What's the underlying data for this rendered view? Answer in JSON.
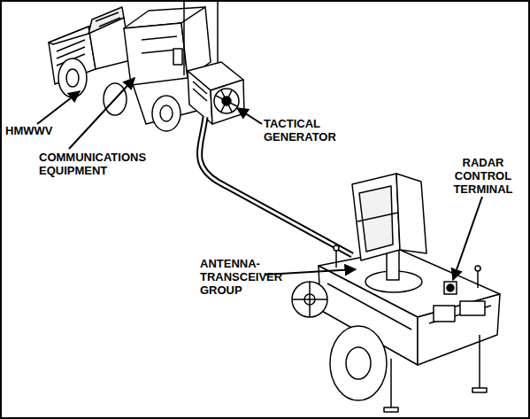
{
  "diagram": {
    "labels": [
      "HMWWV",
      "COMMUNICATIONS EQUIPMENT",
      "TACTICAL GENERATOR",
      "RADAR CONTROL TERMINAL",
      "ANTENNA- TRANSCEIVER GROUP"
    ]
  }
}
